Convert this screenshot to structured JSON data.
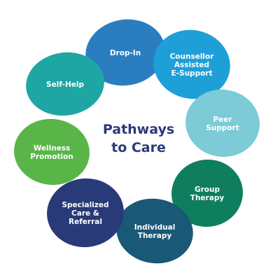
{
  "title": {
    "line1": "Pathways",
    "line2": "to Care"
  },
  "nodes": [
    {
      "id": "drop-in",
      "lines": [
        "Drop-In"
      ],
      "color": "#2a7ec0"
    },
    {
      "id": "counsellor-assisted-e-support",
      "lines": [
        "Counsellor",
        "Assisted",
        "E-Support"
      ],
      "color": "#1f9fd8"
    },
    {
      "id": "peer-support",
      "lines": [
        "Peer",
        "Support"
      ],
      "color": "#7ccbd6"
    },
    {
      "id": "group-therapy",
      "lines": [
        "Group",
        "Therapy"
      ],
      "color": "#0f7e5e"
    },
    {
      "id": "individual-therapy",
      "lines": [
        "Individual",
        "Therapy"
      ],
      "color": "#1a5878"
    },
    {
      "id": "specialized-care-referral",
      "lines": [
        "Specialized",
        "Care &",
        "Referral"
      ],
      "color": "#283a78"
    },
    {
      "id": "wellness-promotion",
      "lines": [
        "Wellness",
        "Promotion"
      ],
      "color": "#5ab548"
    },
    {
      "id": "self-help",
      "lines": [
        "Self-Help"
      ],
      "color": "#1ea6a4"
    }
  ]
}
